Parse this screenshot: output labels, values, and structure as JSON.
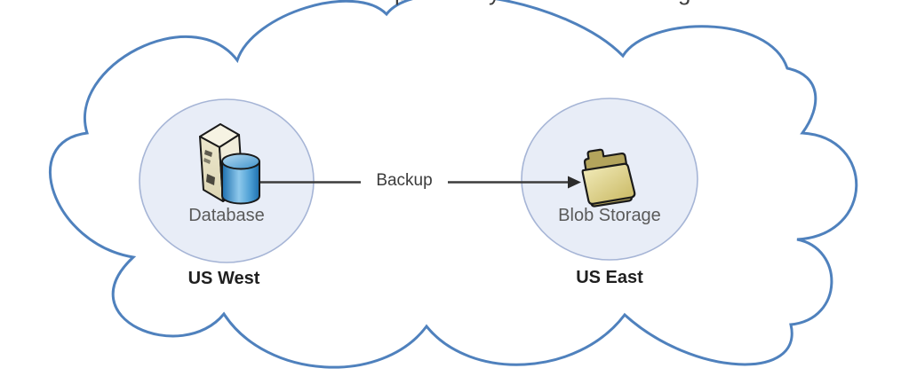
{
  "diagram": {
    "type": "cloud-architecture",
    "cloud": {
      "shape": "cloud-outline",
      "stroke_color": "#4f81bd",
      "fill_color": "#ffffff"
    },
    "regions": [
      {
        "id": "us-west",
        "region_label": "US West",
        "node": {
          "label": "Database",
          "icon": "database-server-icon"
        },
        "circle_fill": "#e8edf7",
        "circle_border": "#a6b5d6"
      },
      {
        "id": "us-east",
        "region_label": "US East",
        "node": {
          "label": "Blob Storage",
          "icon": "blob-folder-icon"
        },
        "circle_fill": "#e8edf7",
        "circle_border": "#a6b5d6"
      }
    ],
    "connection": {
      "label": "Backup",
      "from": "Database",
      "to": "Blob Storage",
      "direction": "left-to-right",
      "color": "#3c3c3c"
    },
    "label_colors": {
      "node_label": "#5a5a5a",
      "region_label": "#1f1f1f"
    },
    "icon_colors": {
      "server_body": "#e9e3c8",
      "cylinder_blue": "#2d83bf",
      "folder_front": "#e9e1ab",
      "folder_back": "#b3a45c"
    }
  },
  "cropped_title": {
    "visible_descenders": [
      "p",
      "y",
      "g"
    ]
  }
}
